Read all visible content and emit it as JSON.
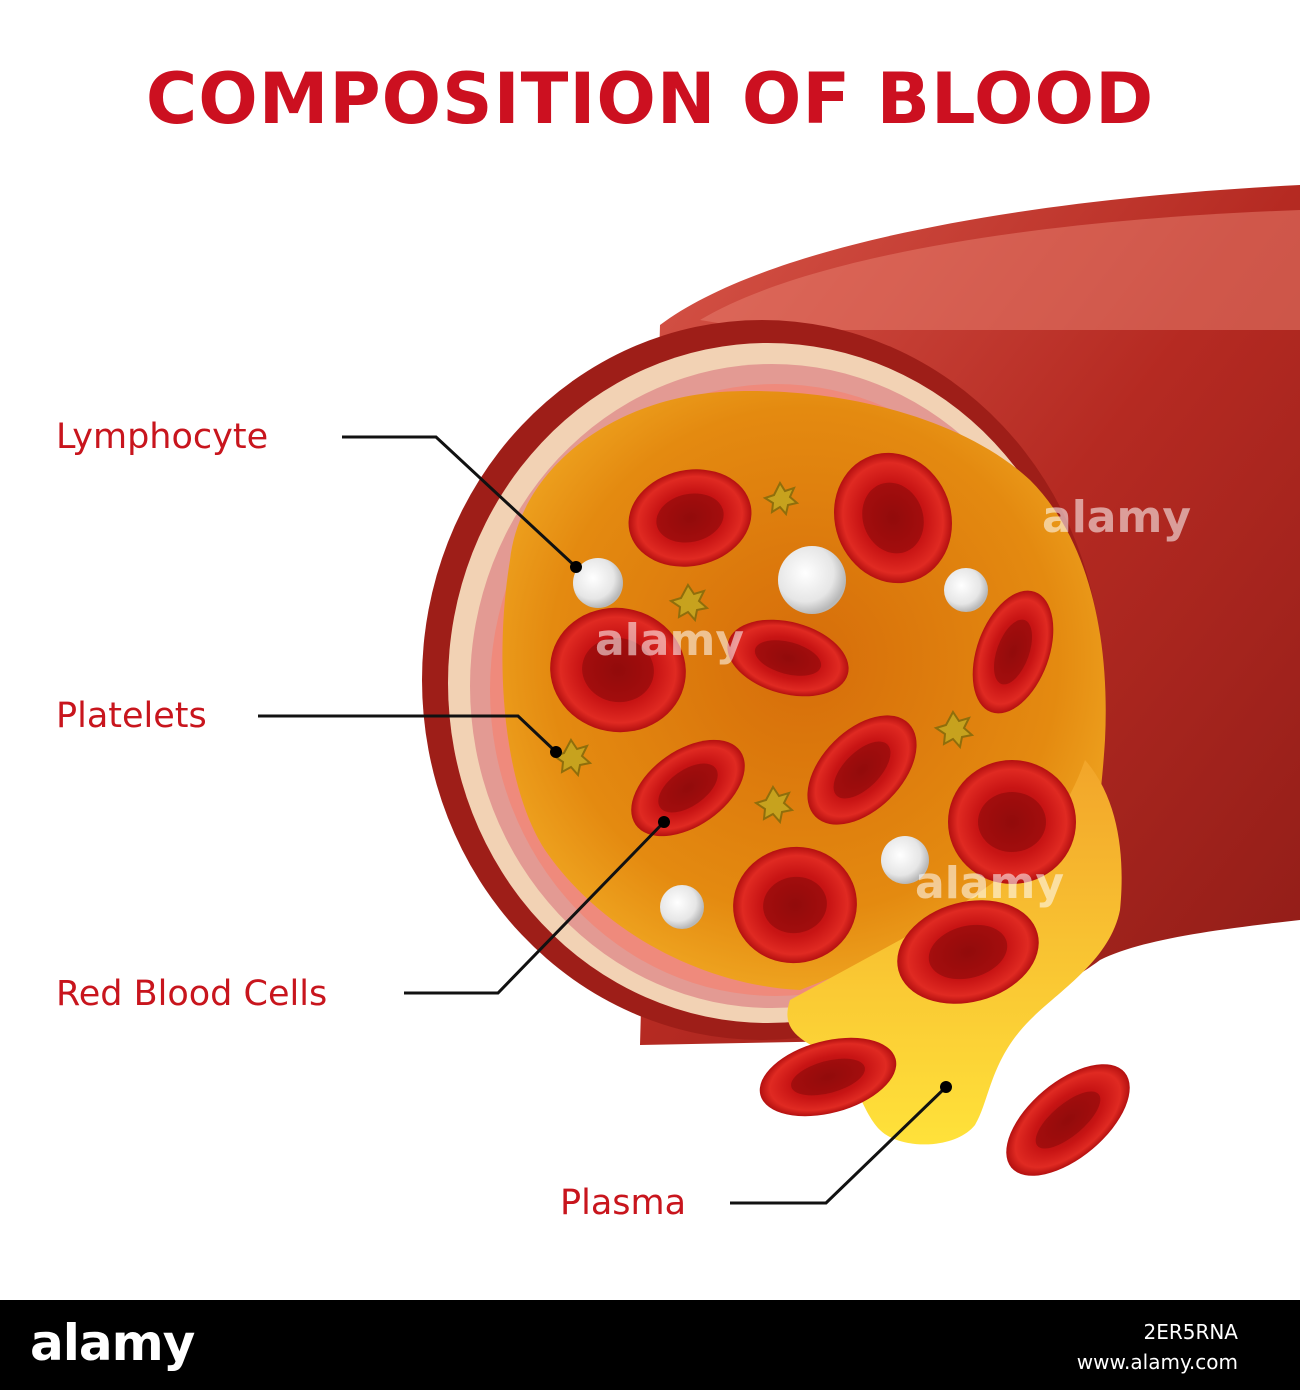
{
  "title": "COMPOSITION OF BLOOD",
  "labels": {
    "lymphocyte": "Lymphocyte",
    "platelets": "Platelets",
    "red_blood_cells": "Red Blood Cells",
    "plasma": "Plasma"
  },
  "watermark": "alamy",
  "footer": {
    "logo": "alamy",
    "image_id": "2ER5RNA",
    "url": "www.alamy.com"
  },
  "colors": {
    "title": "#cc1020",
    "label": "#c8151d",
    "vessel": "#b22a22",
    "plasma": "#e9900a",
    "red_cell": "#d21a1a",
    "footer": "#000000"
  }
}
